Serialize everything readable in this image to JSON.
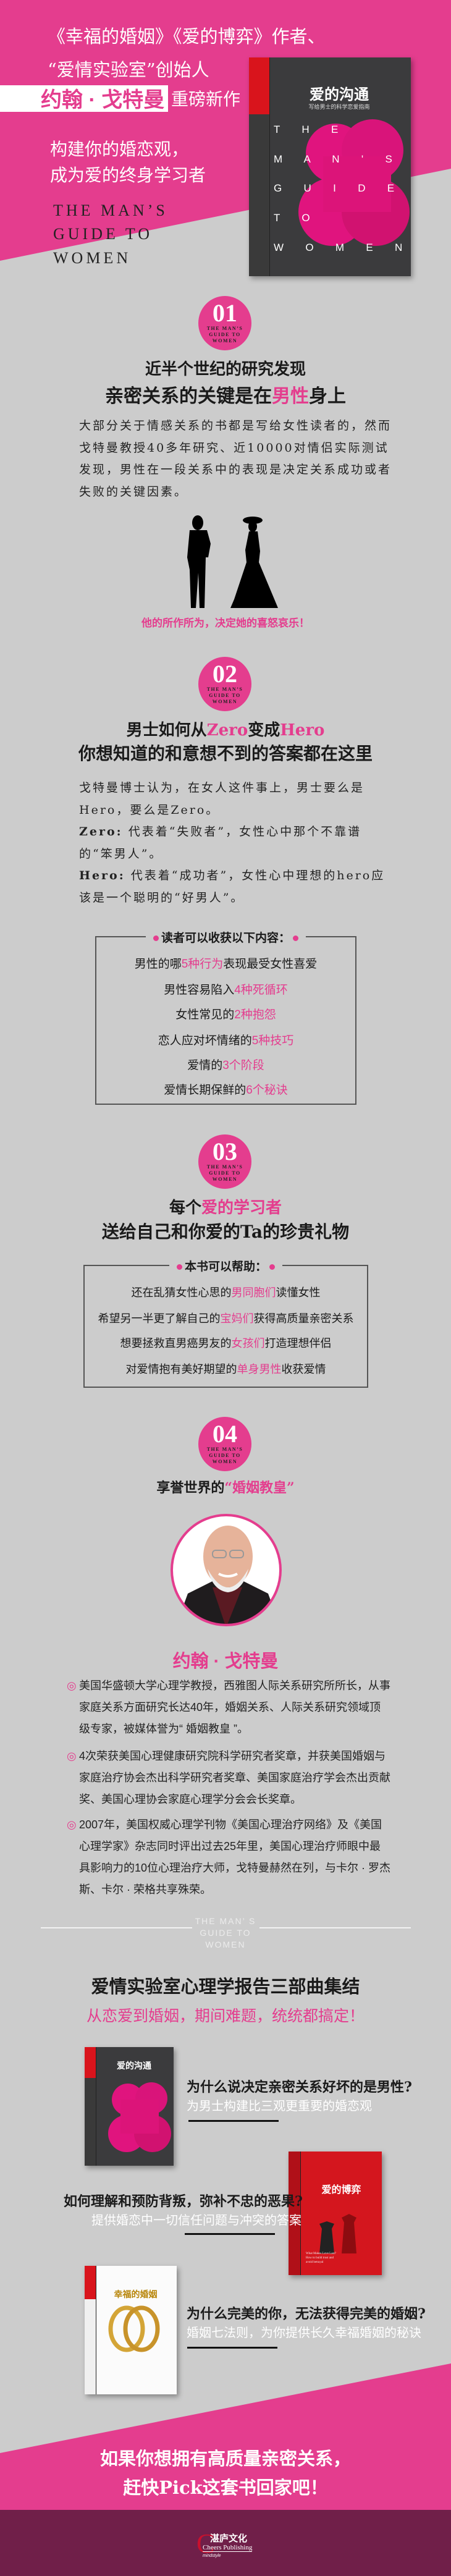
{
  "colors": {
    "accent": "#e43d8e",
    "background": "#cccccc",
    "footer": "#701f49"
  },
  "hero": {
    "line1": "《幸福的婚姻》《爱的博弈》作者、",
    "line2": "“爱情实验室”创始人",
    "author": "约翰 · 戈特曼",
    "new_work": "重磅新作",
    "slogan1": "构建你的婚恋观，",
    "slogan2": "成为爱的终身学习者",
    "eng": [
      "THE MAN’S",
      "GUIDE TO",
      "WOMEN"
    ]
  },
  "books": [
    {
      "title": "爱的沟通",
      "subtitle": "写给男士的科学恋爱指南",
      "letters": [
        "T H E",
        "M A N ' S",
        "G U I D E",
        "T O",
        "W O M E N"
      ]
    },
    {
      "title": "爱的博弈",
      "letters": [
        "What Makes Love Last?",
        "How to build trust and",
        "avoid betrayal"
      ]
    },
    {
      "title": "幸福的婚姻"
    }
  ],
  "badge_sub": [
    "THE MAN’S",
    "GUIDE TO",
    "WOMEN"
  ],
  "sec1": {
    "num": "01",
    "h1": "近半个世纪的研究发现",
    "h2_pre": "亲密关系的关键是在",
    "h2_hl": "男性",
    "h2_post": "身上",
    "para": "大部分关于情感关系的书都是写给女性读者的，然而戈特曼教授40多年研究、近10000对情侣实际测试发现，男性在一段关系中的表现是决定关系成功或者失败的关键因素。",
    "caption": "他的所作所为，决定她的喜怒哀乐！"
  },
  "sec2": {
    "num": "02",
    "h1_a": "男士如何从",
    "h1_b": "Zero",
    "h1_c": "变成",
    "h1_d": "Hero",
    "h2": "你想知道的和意想不到的答案都在这里",
    "p1": "戈特曼博士认为，在女人这件事上，男士要么是Hero，要么是Zero。",
    "zero_label": "Zero:",
    "zero_text": "代表着“失败者”，女性心中那个不靠谱的“笨男人”。",
    "hero_label": "Hero:",
    "hero_text": "代表着“成功者”，女性心中理想的hero应该是一个聪明的“好男人”。",
    "box_title": "读者可以收获以下内容：",
    "items": [
      {
        "pre": "男性的哪",
        "hl": "5种行为",
        "post": "表现最受女性喜爱"
      },
      {
        "pre": "男性容易陷入",
        "hl": "4种死循环",
        "post": ""
      },
      {
        "pre": "女性常见的",
        "hl": "2种抱怨",
        "post": ""
      },
      {
        "pre": "恋人应对坏情绪的",
        "hl": "5种技巧",
        "post": ""
      },
      {
        "pre": "爱情的",
        "hl": "3个阶段",
        "post": ""
      },
      {
        "pre": "爱情长期保鲜的",
        "hl": "6个秘诀",
        "post": ""
      }
    ]
  },
  "sec3": {
    "num": "03",
    "h1_pre": "每个",
    "h1_hl": "爱的学习者",
    "h2": "送给自己和你爱的Ta的珍贵礼物",
    "box_title": "本书可以帮助：",
    "items": [
      {
        "pre": "还在乱猜女性心思的",
        "hl": "男同胞们",
        "post": "读懂女性"
      },
      {
        "pre": "希望另一半更了解自己的",
        "hl": "宝妈们",
        "post": "获得高质量亲密关系"
      },
      {
        "pre": "想要拯救直男癌男友的",
        "hl": "女孩们",
        "post": "打造理想伴侣"
      },
      {
        "pre": "对爱情抱有美好期望的",
        "hl": "单身男性",
        "post": "收获爱情"
      }
    ]
  },
  "sec4": {
    "num": "04",
    "h_pre": "享誉世界的",
    "h_hl": "“婚姻教皇”",
    "name": "约翰 · 戈特曼",
    "bullet": "◎",
    "bios": [
      "美国华盛顿大学心理学教授，西雅图人际关系研究所所长，从事家庭关系方面研究长达40年，婚姻关系、人际关系研究领域顶级专家，被媒体誉为“ 婚姻教皇 ”。",
      "4次荣获美国心理健康研究院科学研究者奖章，并获美国婚姻与家庭治疗协会杰出科学研究者奖章、美国家庭治疗学会杰出贡献奖、美国心理协会家庭心理学分会会长奖章。",
      "2007年，美国权威心理学刊物《美国心理治疗网络》及《美国心理学家》杂志同时评出过去25年里，美国心理治疗师眼中最具影响力的10位心理治疗大师，戈特曼赫然在列，与卡尔 · 罗杰斯、卡尔 · 荣格共享殊荣。"
    ]
  },
  "divider": [
    "THE  MAN’ S",
    "GUIDE  TO",
    "WOMEN"
  ],
  "trilogy": {
    "title": "爱情实验室心理学报告三部曲集结",
    "subtitle": "从恋爱到婚姻，期间难题，统统都搞定！",
    "entries": [
      {
        "q": "为什么说决定亲密关系好坏的是男性?",
        "a": "为男士构建比三观更重要的婚恋观"
      },
      {
        "q": "如何理解和预防背叛，弥补不忠的恶果?",
        "a": "提供婚恋中一切信任问题与冲突的答案"
      },
      {
        "q": "为什么完美的你，无法获得完美的婚姻?",
        "a": "婚姻七法则，为你提供长久幸福婚姻的秘诀"
      }
    ]
  },
  "cta": {
    "line1": "如果你想拥有高质量亲密关系，",
    "line2": "赶快Pick这套书回家吧！"
  },
  "footer": {
    "logo_cn": "湛庐文化",
    "logo_en": "Cheers Publishing",
    "logo_tag": "mindstyle"
  }
}
